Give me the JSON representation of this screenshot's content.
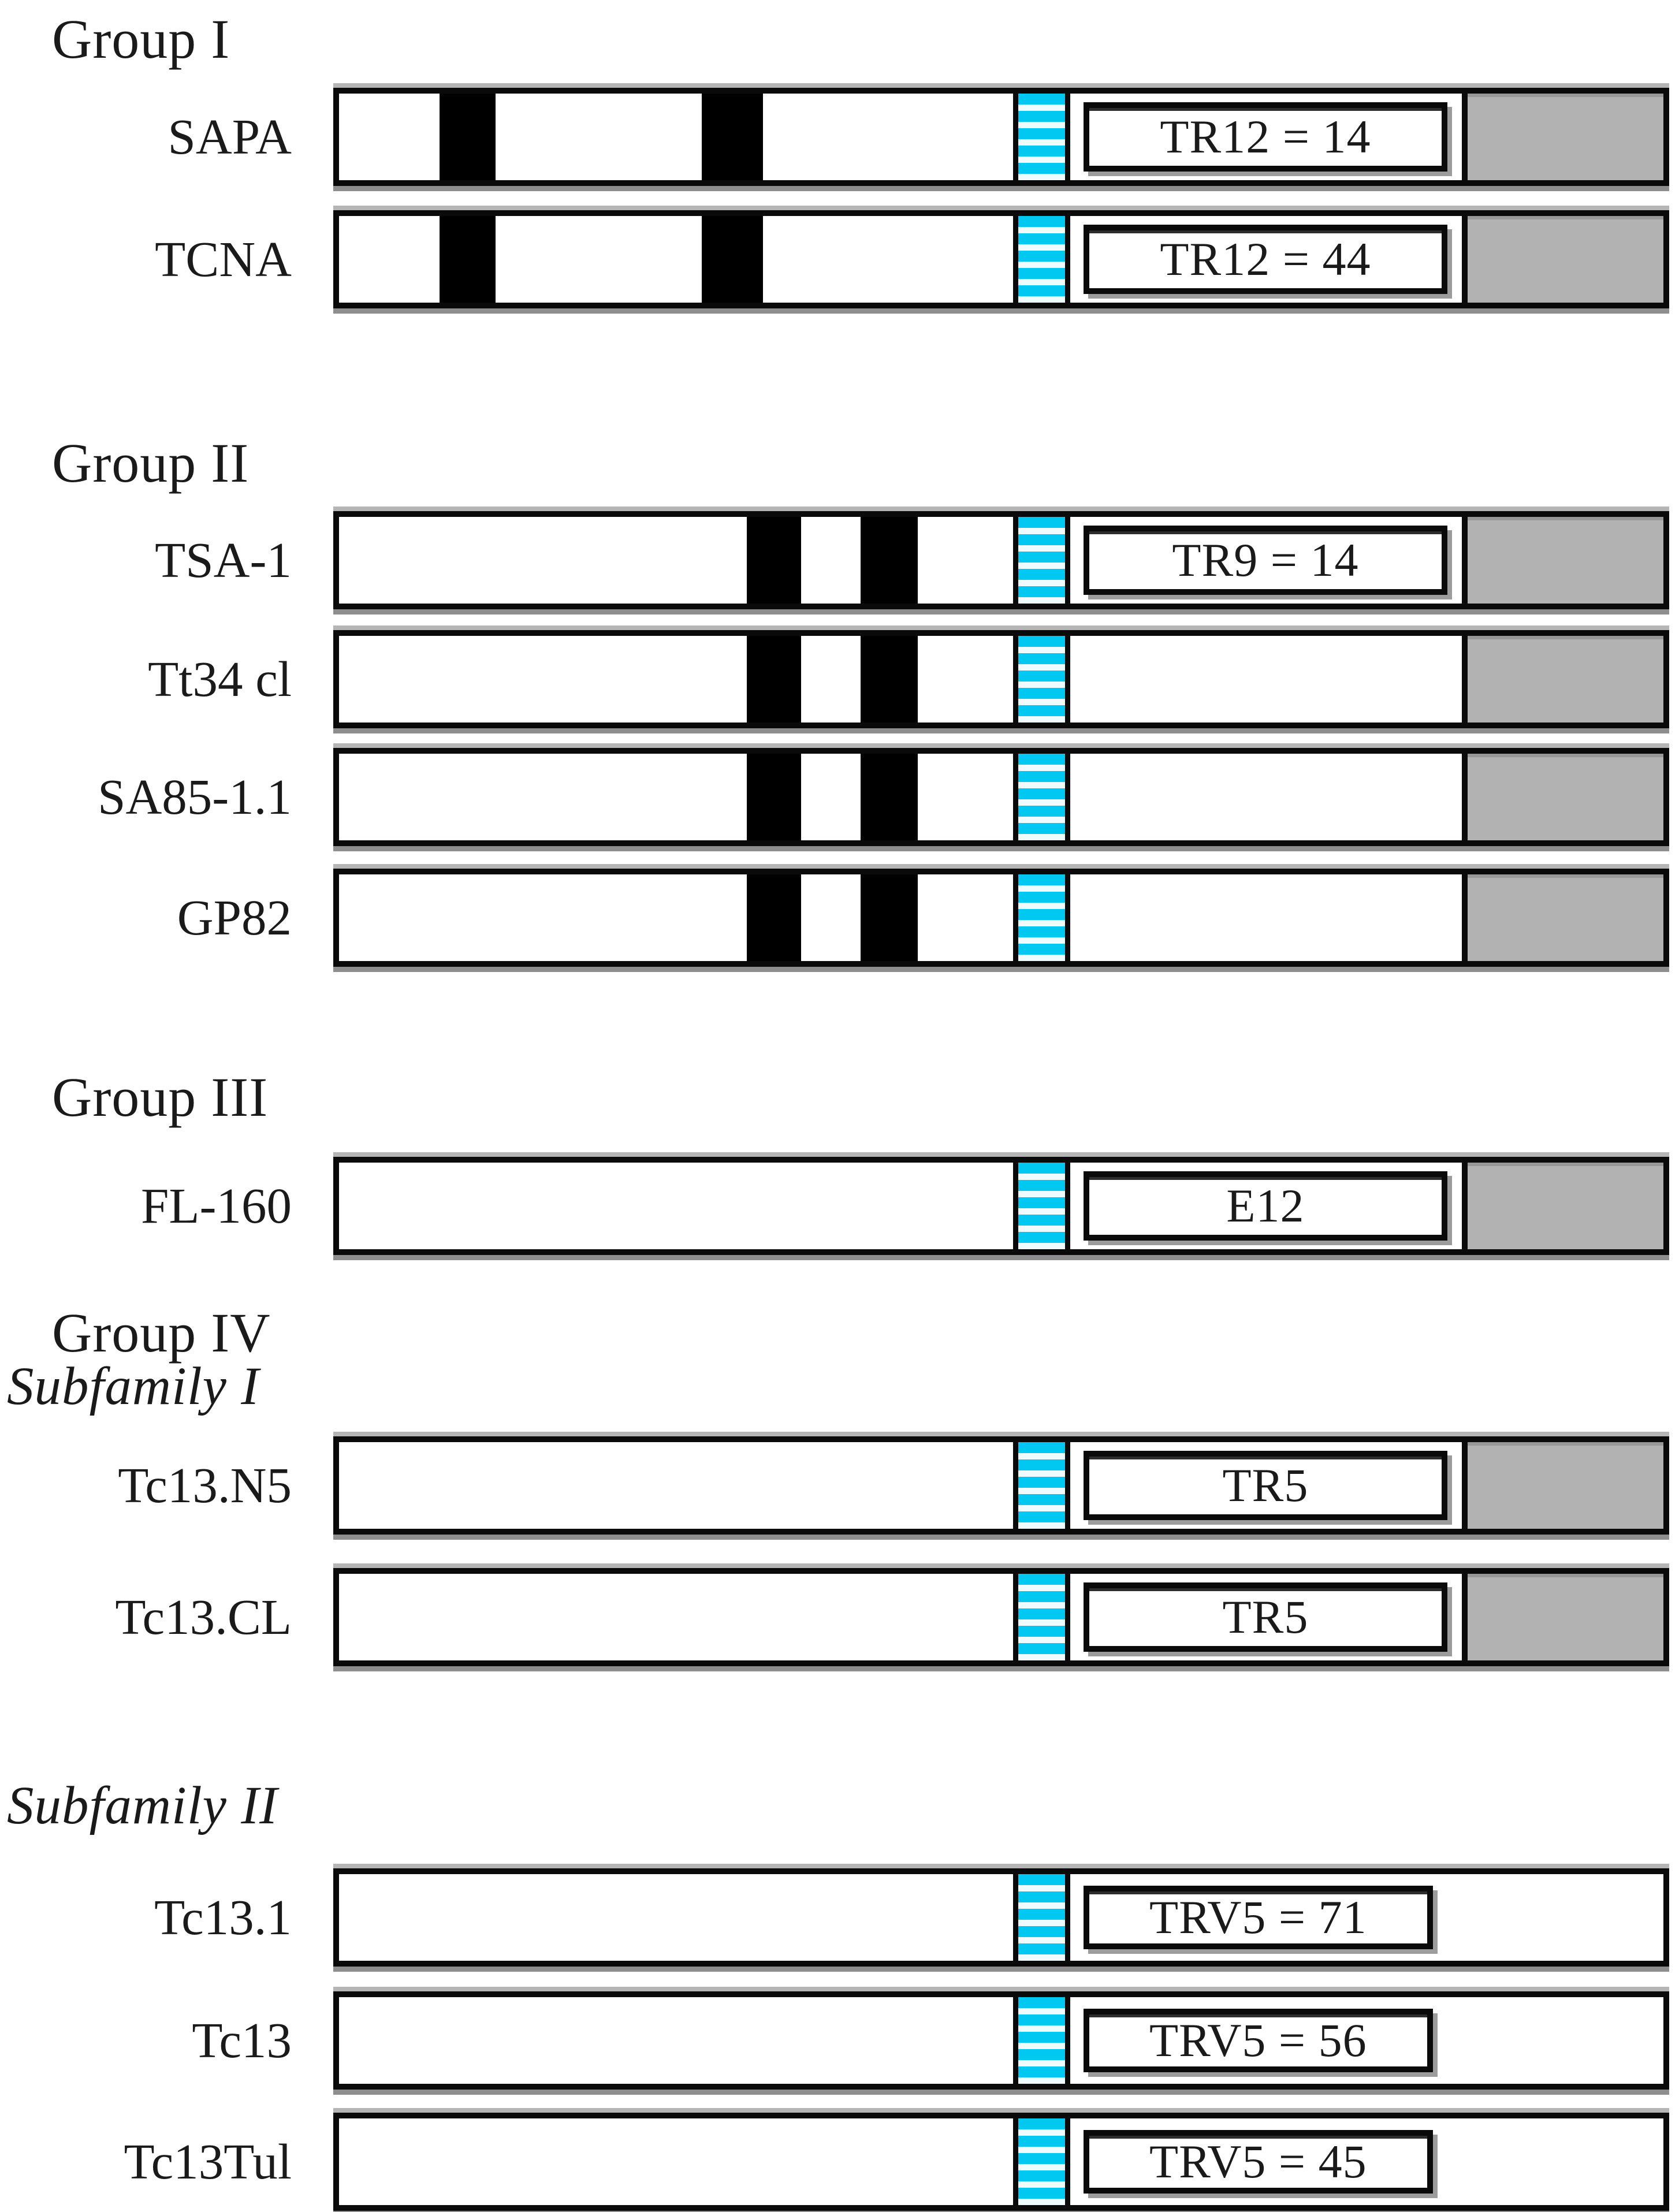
{
  "figure": {
    "description": "Schematic of protein domain organization for trans-sialidase family groups",
    "colors": {
      "bar_fill": "#ffffff",
      "bar_border": "#0a0a0a",
      "band": "#000000",
      "stripe_cyan": "#00c8f0",
      "stripe_light": "#eefcff",
      "gray_segment": "#b2b2b2",
      "outer_shadow": "#8e8e8e",
      "outer_highlight": "#b5b5b5",
      "box_shadow": "#9c9c9c"
    },
    "headers": [
      {
        "text": "Group I",
        "italic": false
      },
      {
        "text": "Group II",
        "italic": false
      },
      {
        "text": "Group III",
        "italic": false
      },
      {
        "text": "Group IV",
        "italic": false
      },
      {
        "text": "Subfamily I",
        "italic": true
      },
      {
        "text": "Subfamily II",
        "italic": true
      }
    ],
    "rows": [
      {
        "name": "SAPA",
        "box_label": "TR12 = 14",
        "bands": "group1",
        "striped_segment": true,
        "gray_segment": true
      },
      {
        "name": "TCNA",
        "box_label": "TR12 = 44",
        "bands": "group1",
        "striped_segment": true,
        "gray_segment": true
      },
      {
        "name": "TSA-1",
        "box_label": "TR9 = 14",
        "bands": "group2",
        "striped_segment": true,
        "gray_segment": true
      },
      {
        "name": "Tt34 cl",
        "box_label": null,
        "bands": "group2",
        "striped_segment": true,
        "gray_segment": true
      },
      {
        "name": "SA85-1.1",
        "box_label": null,
        "bands": "group2",
        "striped_segment": true,
        "gray_segment": true
      },
      {
        "name": "GP82",
        "box_label": null,
        "bands": "group2",
        "striped_segment": true,
        "gray_segment": true
      },
      {
        "name": "FL-160",
        "box_label": "E12",
        "bands": "none",
        "striped_segment": true,
        "gray_segment": true
      },
      {
        "name": "Tc13.N5",
        "box_label": "TR5",
        "bands": "none",
        "striped_segment": true,
        "gray_segment": true
      },
      {
        "name": "Tc13.CL",
        "box_label": "TR5",
        "bands": "none",
        "striped_segment": true,
        "gray_segment": true
      },
      {
        "name": "Tc13.1",
        "box_label": "TRV5 = 71",
        "bands": "none",
        "striped_segment": true,
        "gray_segment": false
      },
      {
        "name": "Tc13",
        "box_label": "TRV5 = 56",
        "bands": "none",
        "striped_segment": true,
        "gray_segment": false
      },
      {
        "name": "Tc13Tul",
        "box_label": "TRV5 = 45",
        "bands": "none",
        "striped_segment": true,
        "gray_segment": false
      }
    ]
  }
}
